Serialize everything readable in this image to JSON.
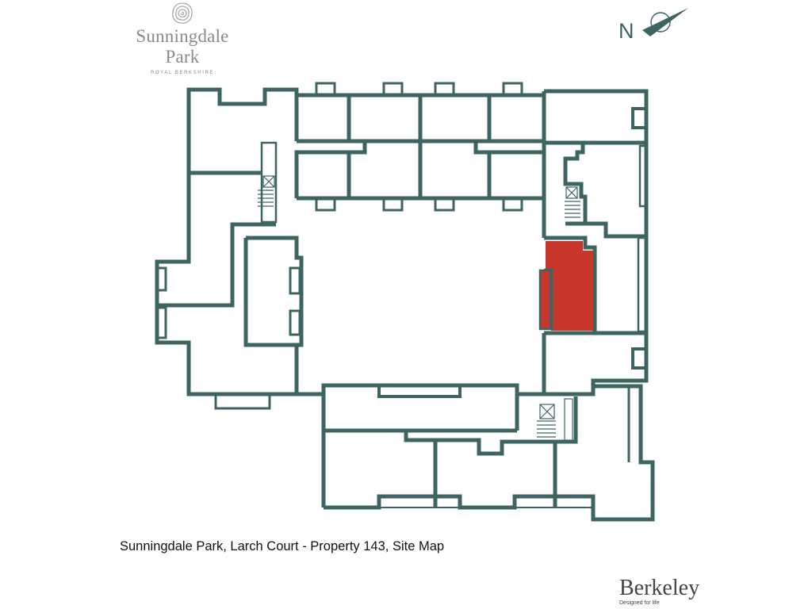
{
  "header": {
    "development_logo": {
      "name": "Sunningdale Park",
      "subtitle": "ROYAL BERKSHIRE",
      "icon": "rose-icon"
    },
    "compass": {
      "label": "N",
      "icon": "north-arrow-icon"
    }
  },
  "map": {
    "type": "site-plan",
    "wall_color": "#3e6462",
    "highlight_color": "#c9372c",
    "highlighted_unit": "Property 143",
    "features": [
      "courtyard",
      "lift-shaft",
      "stairwell",
      "balconies"
    ]
  },
  "caption": {
    "text": "Sunningdale Park, Larch Court - Property 143, Site Map"
  },
  "footer": {
    "brand_name": "Berkeley",
    "brand_tagline": "Designed for life"
  }
}
